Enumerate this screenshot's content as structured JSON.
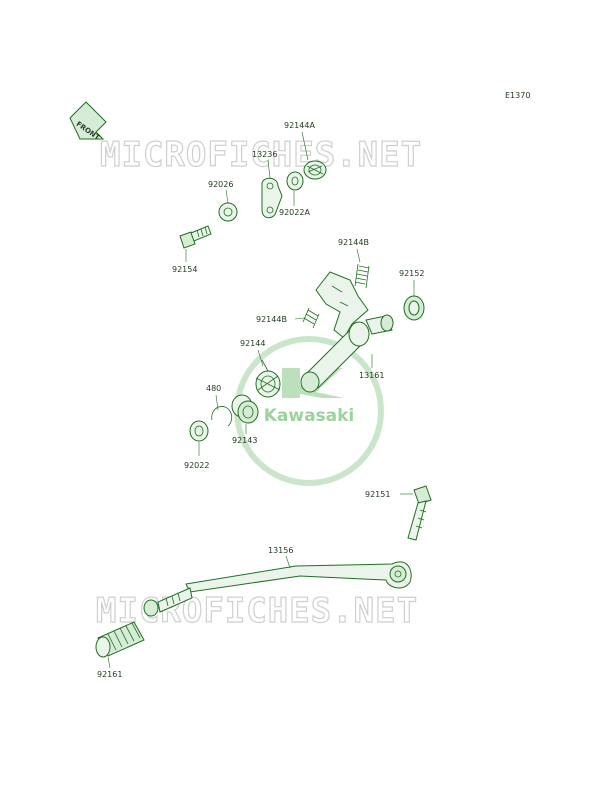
{
  "diagram_code": "E1370",
  "front_tag": "FRONT",
  "watermark_text": "MICROFICHES.NET",
  "logo_text": "Kawasaki",
  "colors": {
    "line": "#1f6f1f",
    "fill": "#eaf4ea",
    "watermark": "#cfcfcf",
    "logo": "#2e8b2e"
  },
  "parts": [
    {
      "id": "92144A",
      "name": "part-92144a"
    },
    {
      "id": "13236",
      "name": "part-13236"
    },
    {
      "id": "92026",
      "name": "part-92026"
    },
    {
      "id": "92022A",
      "name": "part-92022a"
    },
    {
      "id": "92154",
      "name": "part-92154"
    },
    {
      "id": "92144B",
      "name": "part-92144b-top"
    },
    {
      "id": "92152",
      "name": "part-92152"
    },
    {
      "id": "92144B",
      "name": "part-92144b-mid"
    },
    {
      "id": "92144",
      "name": "part-92144"
    },
    {
      "id": "13161",
      "name": "part-13161"
    },
    {
      "id": "480",
      "name": "part-480"
    },
    {
      "id": "92143",
      "name": "part-92143"
    },
    {
      "id": "92022",
      "name": "part-92022"
    },
    {
      "id": "92151",
      "name": "part-92151"
    },
    {
      "id": "13156",
      "name": "part-13156"
    },
    {
      "id": "92161",
      "name": "part-92161"
    }
  ]
}
